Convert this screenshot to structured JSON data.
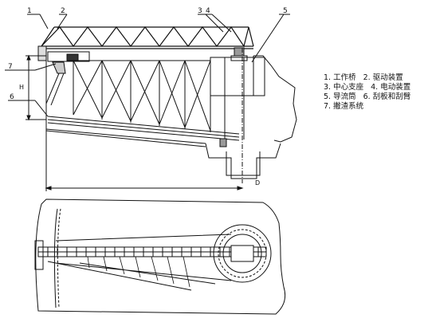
{
  "callouts": {
    "c1": "1",
    "c2": "2",
    "c3": "3",
    "c4": "4",
    "c5": "5",
    "c6": "6",
    "c7": "7"
  },
  "dimensions": {
    "height_symbol": "H",
    "diameter_symbol": "D"
  },
  "legend": {
    "line1": "1. 工作桥   2. 驱动装置",
    "line2": "3. 中心支座   4. 电动装置",
    "line3": "5. 导流筒   6. 刮板和刮臂",
    "line4": "7. 撇渣系统"
  }
}
